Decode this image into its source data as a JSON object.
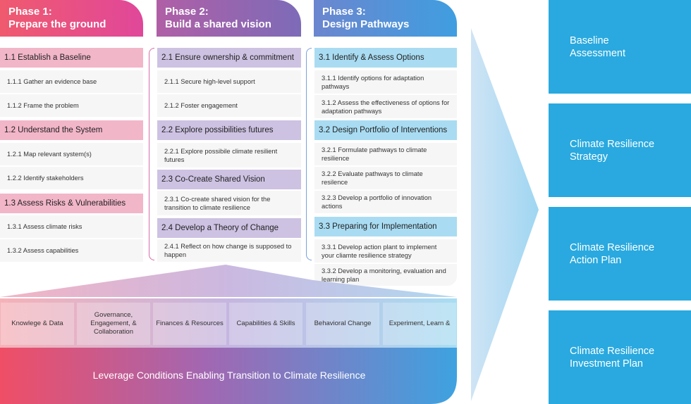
{
  "phases": [
    {
      "label": "Phase 1:",
      "title": "Prepare the ground"
    },
    {
      "label": "Phase 2:",
      "title": "Build a shared vision"
    },
    {
      "label": "Phase 3:",
      "title": "Design Pathways"
    }
  ],
  "col1": {
    "s1": "1.1 Establish a Baseline",
    "s1a": "1.1.1 Gather an evidence base",
    "s1b": "1.1.2 Frame the problem",
    "s2": "1.2 Understand the System",
    "s2a": "1.2.1 Map relevant system(s)",
    "s2b": "1.2.2 Identify stakeholders",
    "s3": "1.3 Assess Risks & Vulnerabilities",
    "s3a": "1.3.1 Assess climate risks",
    "s3b": "1.3.2 Assess capabilities"
  },
  "col2": {
    "s1": "2.1 Ensure ownership & commitment",
    "s1a": "2.1.1 Secure high-level support",
    "s1b": "2.1.2 Foster engagement",
    "s2": "2.2 Explore possibilities futures",
    "s2a": "2.2.1 Explore possibile climate resilient futures",
    "s3": "2.3 Co-Create Shared Vision",
    "s3a": "2.3.1 Co-create shared vision for the transition to climate resilience",
    "s4": "2.4 Develop a Theory of Change",
    "s4a": "2.4.1 Reflect on how change is supposed to happen"
  },
  "col3": {
    "s1": "3.1 Identify & Assess Options",
    "s1a": "3.1.1 Identify options for adaptation pathways",
    "s1b": "3.1.2 Assess the effectiveness of options for adaptation pathways",
    "s2": "3.2 Design Portfolio of Interventions",
    "s2a": "3.2.1 Formulate pathways to climate resilience",
    "s2b": "3.2.2 Evaluate pathways to climate resilence",
    "s2c": "3.2.3 Develop a portfolio of innovation actions",
    "s3": "3.3 Preparing for Implementation",
    "s3a": "3.3.1 Develop action plant to implement your cliamte resilience strategy",
    "s3b": "3.3.2 Develop a monitoring, evaluation and learning plan"
  },
  "levers": [
    "Knowlege & Data",
    "Governance, Engagement, & Collaboration",
    "Finances & Resources",
    "Capabilities & Skills",
    "Behavioral Change",
    "Experiment, Learn &"
  ],
  "bottom_bar": "Leverage Conditions Enabling Transition to Climate Resilience",
  "outputs": [
    {
      "l1": "Baseline",
      "l2": "Assessment"
    },
    {
      "l1": "Climate Resilience",
      "l2": "Strategy"
    },
    {
      "l1": "Climate Resilience",
      "l2": "Action Plan"
    },
    {
      "l1": "Climate Resilience",
      "l2": "Investment Plan"
    }
  ],
  "colors": {
    "pink": "#e0479a",
    "purple": "#7d6bb8",
    "blue": "#29a9df",
    "lever_bg_left": "#f5b2b8",
    "lever_bg_right": "#a9ddf2"
  }
}
